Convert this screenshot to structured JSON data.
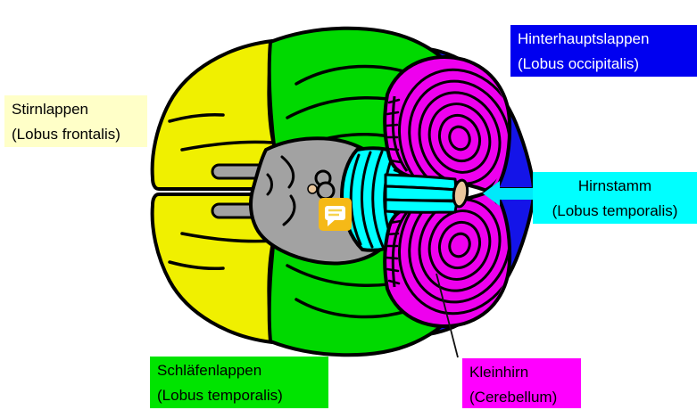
{
  "figure": {
    "description": "Inferior view diagram of the human brain with colored lobes",
    "labels": {
      "stirnlappen": {
        "line1": "Stirnlappen",
        "line2": "(Lobus frontalis)",
        "bg": "#FFFFC8",
        "text_color": "#000000"
      },
      "hinterhauptslappen": {
        "line1": "Hinterhauptslappen",
        "line2": "(Lobus occipitalis)",
        "bg": "#0000F0",
        "text_color": "#FFFFFF"
      },
      "hirnstamm": {
        "line1": "Hirnstamm",
        "line2": "(Lobus temporalis)",
        "bg": "#00FFFF",
        "text_color": "#000000"
      },
      "schlaefenlappen": {
        "line1": "Schläfenlappen",
        "line2": "(Lobus temporalis)",
        "bg": "#00E400",
        "text_color": "#000000"
      },
      "kleinhirn": {
        "line1": "Kleinhirn",
        "line2": "(Cerebellum)",
        "bg": "#FF00FF",
        "text_color": "#000000"
      }
    },
    "region_colors": {
      "frontal_lobe": "#F0F000",
      "temporal_lobe": "#00D900",
      "occipital_lobe": "#1414E8",
      "cerebellum": "#EE00EE",
      "brainstem": "#00FFFF",
      "central_gray": "#A2A2A2",
      "brainstem_cut_surface": "#E9C69C",
      "outline": "#000000"
    },
    "annotations": {
      "arrow_color": "#00E9FA",
      "comment_icon_color": "#F5B917"
    }
  }
}
